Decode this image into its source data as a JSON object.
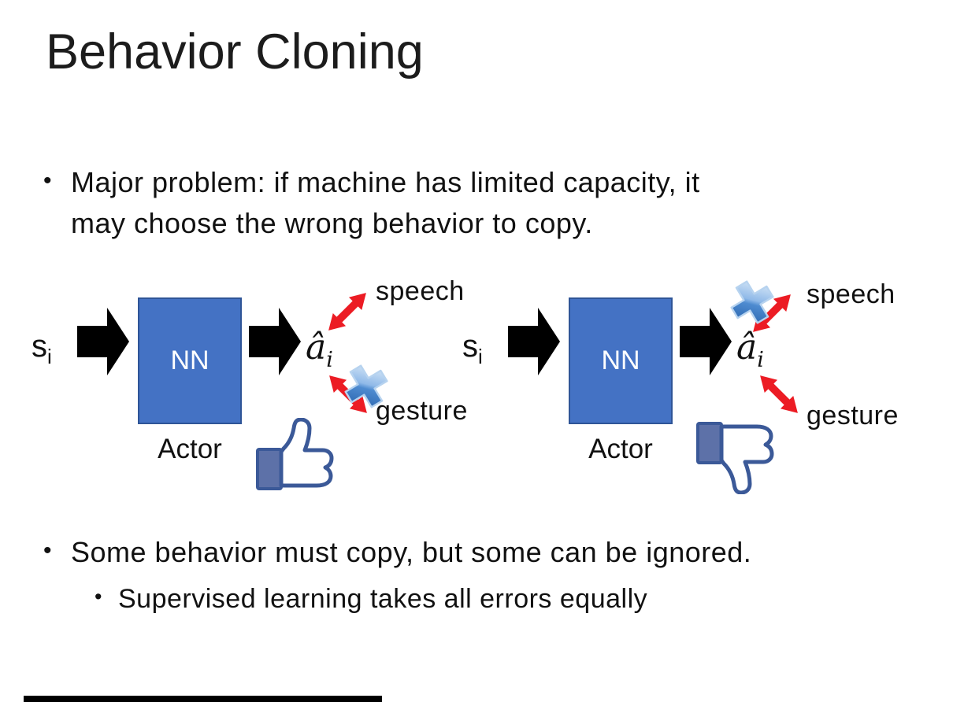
{
  "slide": {
    "title": "Behavior Cloning",
    "bullet_char": "•",
    "bullets": [
      "Major problem: if machine has limited capacity, it may choose the wrong behavior to copy.",
      "Some behavior must copy, but some can be ignored."
    ],
    "sub_bullet": "Supervised learning takes all errors equally"
  },
  "diagrams": {
    "left": {
      "state": "s",
      "state_sub": "i",
      "nn": "NN",
      "action": "â",
      "action_sub": "i",
      "speech": "speech",
      "gesture": "gesture",
      "actor": "Actor",
      "crossed_out": "gesture",
      "feedback": "thumbs-up"
    },
    "right": {
      "state": "s",
      "state_sub": "i",
      "nn": "NN",
      "action": "â",
      "action_sub": "i",
      "speech": "speech",
      "gesture": "gesture",
      "actor": "Actor",
      "crossed_out": "speech",
      "feedback": "thumbs-down"
    }
  },
  "colors": {
    "nn_fill": "#4472C4",
    "nn_border": "#2F5597",
    "arrow_black": "#000000",
    "arrow_red": "#EC1C24",
    "cross_blue": "#4E8BD0",
    "thumb_navy": "#3B5998",
    "thumb_cuff": "#5D71A8"
  }
}
